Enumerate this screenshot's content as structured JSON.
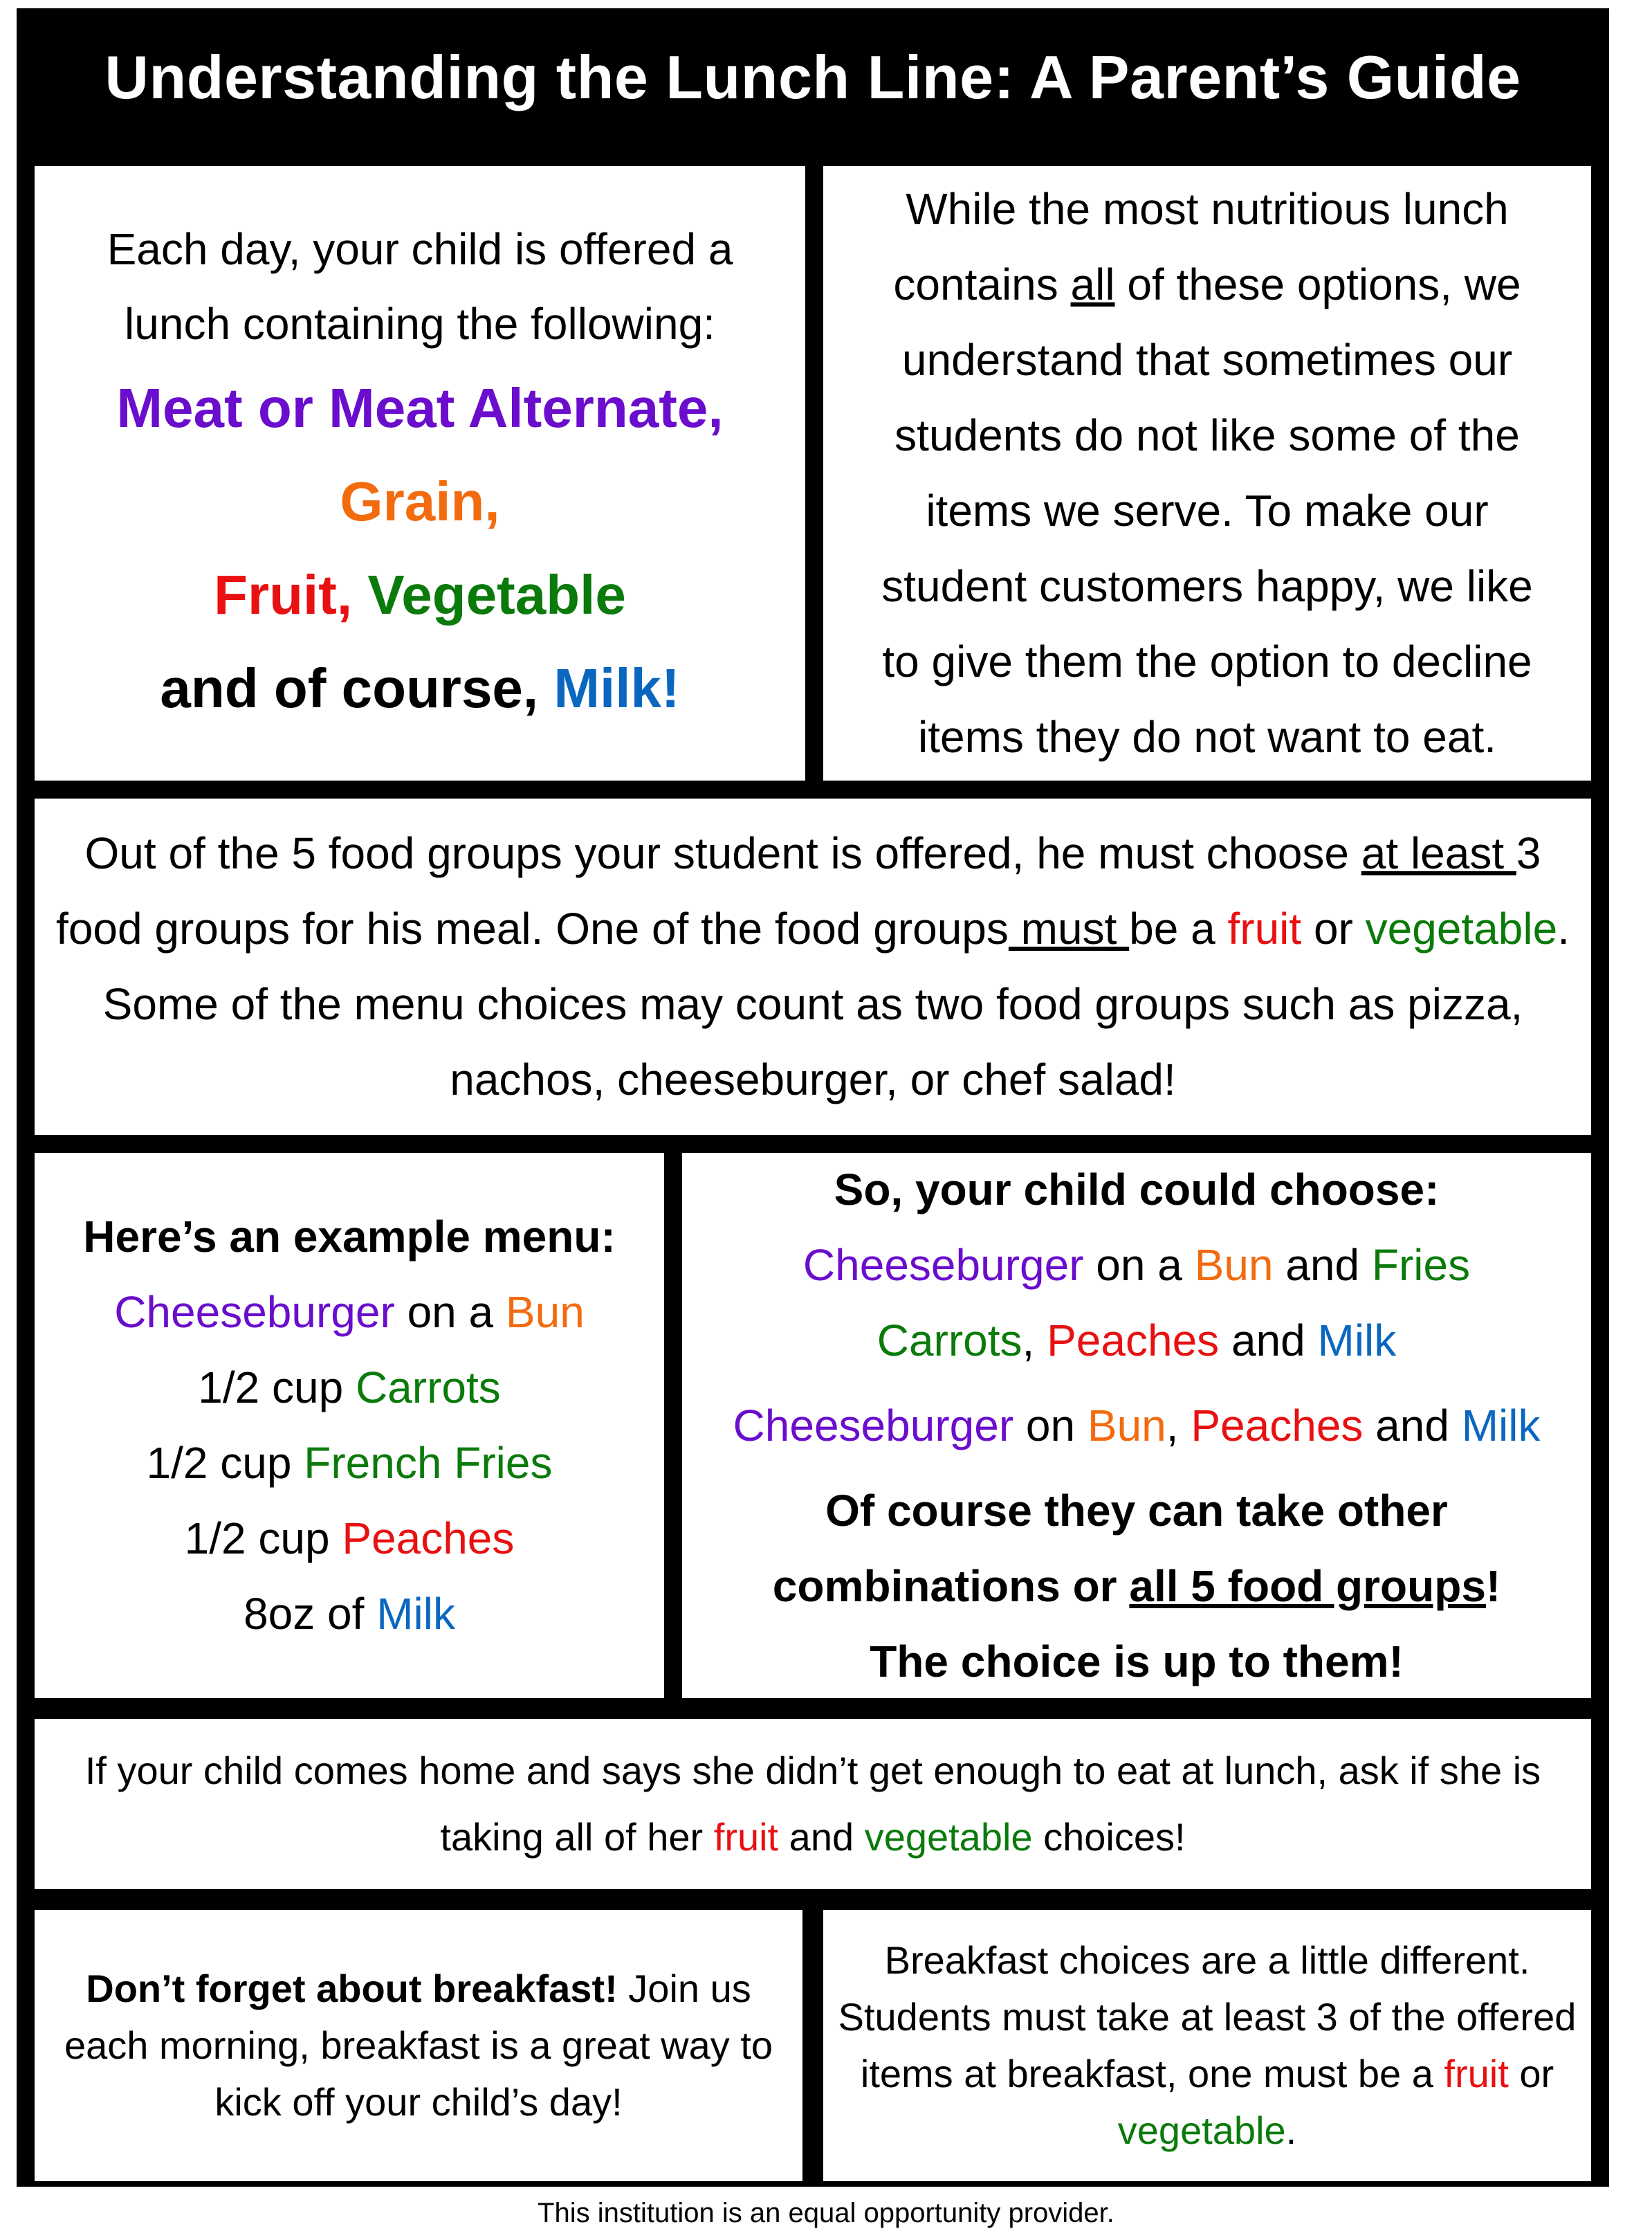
{
  "title": "Understanding the Lunch Line: A Parent’s Guide",
  "colors": {
    "meat": "#6a0dcc",
    "grain": "#f26b0f",
    "fruit": "#e81010",
    "vegetable": "#0a7a0a",
    "milk": "#0a67c0",
    "frame": "#000000"
  },
  "box1": {
    "intro_line1": "Each day, your child is offered a",
    "intro_line2": "lunch containing the following:",
    "meat": "Meat or Meat Alternate,",
    "grain": "Grain,",
    "fruit": "Fruit,",
    "vegetable": "Vegetable",
    "and_course": "and of course, ",
    "milk": "Milk!"
  },
  "box2": {
    "line1": "While the most nutritious lunch",
    "line2_a": "contains ",
    "line2_all": "all",
    "line2_b": " of these options, we",
    "line3": "understand that sometimes our",
    "line4": "students do not like some of the",
    "line5": "items we serve. To make our",
    "line6": "student customers happy, we like",
    "line7": "to give them the option to decline",
    "line8": "items they do not want to eat."
  },
  "box3": {
    "p1": "Out of the 5 food groups your student is offered, he must choose ",
    "at_least": "at least ",
    "p2": "3 food groups for his meal. One of the food groups",
    "must": " must ",
    "p3": "be a ",
    "fruit": "fruit",
    "p4": " or ",
    "vegetable": "vegetable",
    "p5": ". Some of the menu choices may count as two food groups such as pizza, nachos, cheeseburger, or chef salad!"
  },
  "box4": {
    "heading": "Here’s an example menu:",
    "cheeseburger": "Cheeseburger",
    "on_a": " on a ",
    "bun": "Bun",
    "half_cup_1": "1/2 cup ",
    "carrots": "Carrots",
    "half_cup_2": "1/2 cup ",
    "fries": "French Fries",
    "half_cup_3": "1/2 cup ",
    "peaches": "Peaches",
    "eight_oz": "8oz of ",
    "milk": "Milk"
  },
  "box5": {
    "heading": "So, your child could choose:",
    "c1_cheeseburger": "Cheeseburger",
    "c1_on_a": " on a ",
    "c1_bun": "Bun",
    "c1_and": " and ",
    "c1_fries": "Fries",
    "c2_carrots": "Carrots",
    "c2_comma": ", ",
    "c2_peaches": "Peaches",
    "c2_and": " and ",
    "c2_milk": "Milk",
    "c3_cheeseburger": "Cheeseburger",
    "c3_on": " on ",
    "c3_bun": "Bun",
    "c3_comma": ", ",
    "c3_peaches": "Peaches",
    "c3_and": " and ",
    "c3_milk": "Milk",
    "bold1": "Of course they can take other",
    "bold2_a": "combinations or ",
    "bold2_u": "all 5  food  groups",
    "bold2_b": "!",
    "bold3": "The choice is up to them!"
  },
  "box6": {
    "p1": "If your child comes home and says she didn’t get enough to eat at lunch, ask if she is taking all of her ",
    "fruit": "fruit",
    "p2": " and ",
    "vegetable": "vegetable",
    "p3": " choices!"
  },
  "box7": {
    "bold": "Don’t forget about breakfast!",
    "rest": " Join us each morning, breakfast is a great way to kick off your child’s day!"
  },
  "box8": {
    "p1": "Breakfast choices are a little different. Students must take at least 3 of the offered items at breakfast, one must be a ",
    "fruit": "fruit",
    "p2": " or ",
    "vegetable": "vegetable",
    "p3": "."
  },
  "footer": "This institution is an equal opportunity provider."
}
